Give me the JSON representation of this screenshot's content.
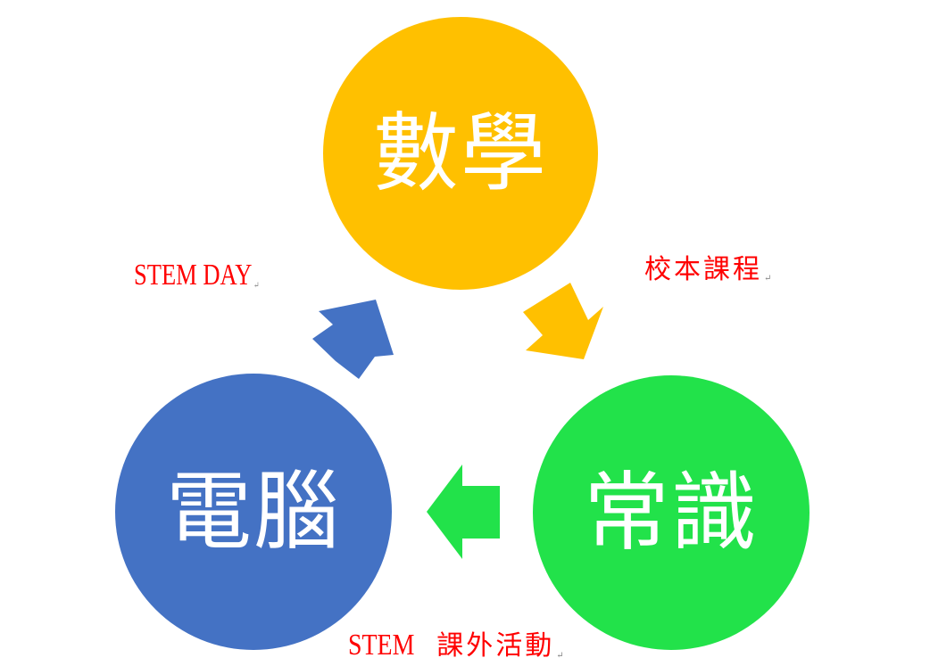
{
  "nodes": {
    "math": {
      "label": "數學",
      "color": "#ffc000"
    },
    "general_studies": {
      "label": "常識",
      "color": "#22e24a"
    },
    "computer": {
      "label": "電腦",
      "color": "#4472c4"
    }
  },
  "edges": {
    "math_to_gs": {
      "label": "校本課程",
      "color": "#ffc000"
    },
    "gs_to_computer": {
      "label_prefix": "STEM",
      "label_suffix": "課外活動",
      "color": "#22e24a"
    },
    "computer_to_math": {
      "label": "STEM DAY",
      "color": "#4472c4"
    }
  },
  "colors": {
    "label_text": "#ff0000",
    "circle_text": "#ffffff"
  },
  "para_mark": "↵"
}
